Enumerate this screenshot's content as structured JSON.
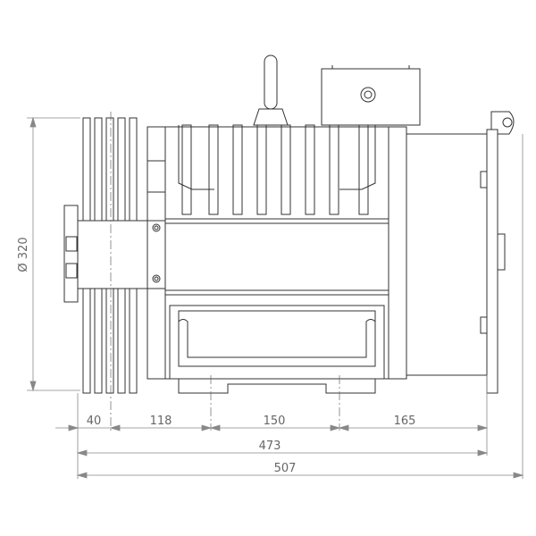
{
  "drawing": {
    "diameter_label": "Ø 320",
    "dimensions": {
      "d40": "40",
      "d118": "118",
      "d150": "150",
      "d165": "165",
      "d473": "473",
      "d507": "507"
    },
    "colors": {
      "line": "#333333",
      "dim": "#888888"
    }
  }
}
